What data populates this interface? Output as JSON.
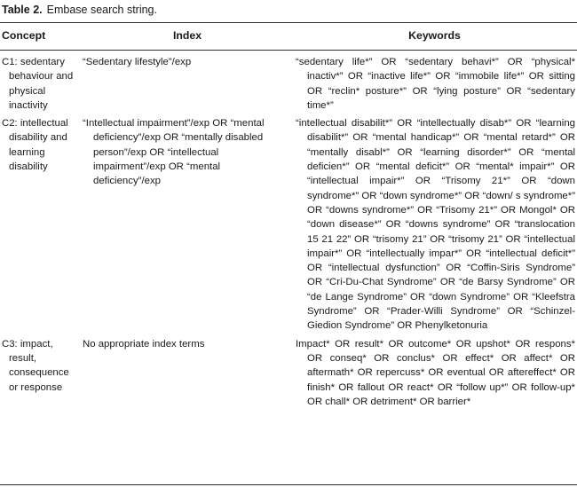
{
  "colors": {
    "text": "#1a1a1a",
    "rule": "#2e2e2e",
    "background": "#ffffff"
  },
  "table": {
    "caption": {
      "label": "Table 2.",
      "text": "Embase search string."
    },
    "columns": {
      "concept": "Concept",
      "index": "Index",
      "keywords": "Keywords"
    },
    "rows": [
      {
        "concept": "C1: sedentary behaviour and physical inactivity",
        "index": "“Sedentary lifestyle”/exp",
        "keywords": "“sedentary life*” OR “sedentary behavi*” OR “physical* inactiv*” OR “inactive life*” OR “immobile life*” OR sitting OR “reclin* posture*” OR “lying posture” OR “sedentary time*”"
      },
      {
        "concept": "C2: intellectual disability and learning disability",
        "index": "“Intellectual impairment”/exp OR “mental deficiency”/exp OR “mentally disabled person”/exp OR “intellectual impairment”/exp OR “mental deficiency”/exp",
        "keywords": "“intellectual disabilit*” OR “intellectually disab*” OR “learning disabilit*” OR “mental handicap*” OR “mental retard*” OR “mentally disabl*” OR “learning disorder*” OR “mental deficien*” OR “mental deficit*” OR “mental* impair*” OR “intellectual impair*” OR “Trisomy 21*” OR “down syndrome*” OR “down syndrome*” OR “down/ s syndrome*” OR “downs syndrome*” OR “Trisomy 21*” OR Mongol* OR “down disease*” OR “downs syndrome” OR “translocation 15 21 22” OR “trisomy 21” OR “trisomy 21” OR “intellectual impair*” OR “intellectually impar*” OR “intellectual deficit*” OR “intellectual dysfunction” OR “Coffin-Siris Syndrome” OR “Cri-Du-Chat Syndrome” OR “de Barsy Syndrome” OR “de Lange Syndrome” OR “down Syndrome” OR “Kleefstra Syndrome” OR “Prader-Willi Syndrome” OR “Schinzel-Giedion Syndrome” OR Phenylketonuria"
      },
      {
        "concept": "C3: impact, result, consequence or response",
        "index": "No appropriate index terms",
        "keywords": "Impact* OR result* OR outcome* OR upshot* OR respons* OR conseq* OR conclus* OR effect* OR affect* OR aftermath* OR repercuss* OR eventual OR aftereffect* OR finish* OR fallout OR react* OR “follow up*” OR follow-up* OR chall* OR detriment* OR barrier*"
      }
    ]
  }
}
